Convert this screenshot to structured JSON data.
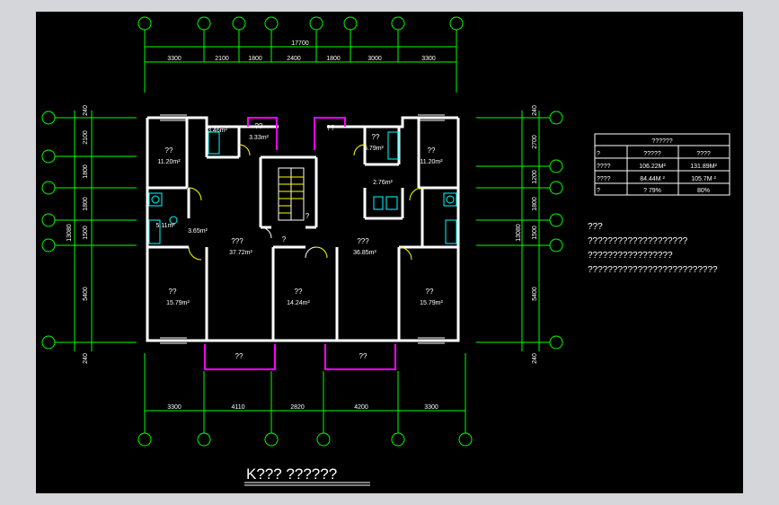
{
  "drawing": {
    "dims_top_total": "17700",
    "dims_top": [
      "3300",
      "2100",
      "1800",
      "2400",
      "1800",
      "3000",
      "3300"
    ],
    "dims_bottom": [
      "3300",
      "4110",
      "2820",
      "4200",
      "3300"
    ],
    "dims_left": [
      "240",
      "2100",
      "1800",
      "1800",
      "1500",
      "5400",
      "240"
    ],
    "dims_left_total": "13080",
    "dims_right": [
      "240",
      "2700",
      "1200",
      "1800",
      "1500",
      "5400",
      "240"
    ],
    "dims_right_total": "13080"
  },
  "rooms": {
    "bed_tl_name": "??",
    "bed_tl_area": "11.20m²",
    "wc_a_area": "3.46m²",
    "kit_a_name": "??",
    "kit_a_area": "3.33m²",
    "kit_b_name": "??",
    "kit_b_area": "6.79m²",
    "bed_tr_name": "??",
    "bed_tr_area": "11.20m²",
    "bath_r_area": "2.76m²",
    "bath_l_area": "5.11m²",
    "hall_l_area": "3.65m²",
    "living_l_name": "???",
    "living_l_area": "37.72m²",
    "living_r_name": "???",
    "living_r_area": "36.85m²",
    "stair_q1": "?",
    "stair_q2": "?",
    "bed_bl_name": "??",
    "bed_bl_area": "15.79m²",
    "bed_bm_name": "??",
    "bed_bm_area": "14.24m²",
    "bed_br_name": "??",
    "bed_br_area": "15.79m²",
    "balc_l": "??",
    "balc_r": "??"
  },
  "table": {
    "title": "??????",
    "rows": [
      [
        "?",
        "?????",
        "????"
      ],
      [
        "????",
        "106.22M²",
        "131.89M²"
      ],
      [
        "????",
        "84.44M ²",
        "105.7M ²"
      ],
      [
        "?",
        "? 79%",
        "80%"
      ]
    ]
  },
  "notes": {
    "heading": "???",
    "line1": "????????????????????",
    "line2": "?????????????????",
    "line3": "??????????????????????????"
  },
  "title_block": {
    "title": "K??? ??????"
  }
}
